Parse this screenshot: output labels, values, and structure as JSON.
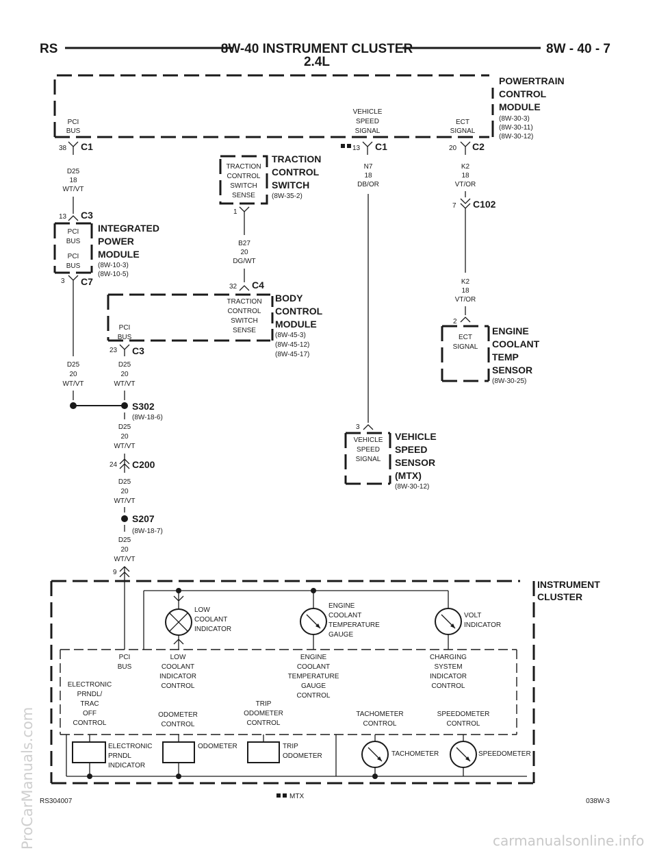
{
  "header": {
    "left": "RS",
    "title": "8W-40 INSTRUMENT CLUSTER",
    "right": "8W - 40 - 7",
    "subtitle": "2.4L"
  },
  "pcm": {
    "title": [
      "POWERTRAIN",
      "CONTROL",
      "MODULE"
    ],
    "refs": [
      "(8W-30-3)",
      "(8W-30-11)",
      "(8W-30-12)"
    ],
    "pci_label": [
      "PCI",
      "BUS"
    ],
    "vss_label": [
      "VEHICLE",
      "SPEED",
      "SIGNAL"
    ],
    "ect_label": [
      "ECT",
      "SIGNAL"
    ],
    "c1_pin": "38",
    "c1_name": "C1",
    "vss_pin": "13",
    "vss_conn": "C1",
    "ect_pin": "20",
    "ect_conn": "C2"
  },
  "wires": {
    "d25_18": [
      "D25",
      "18",
      "WT/VT"
    ],
    "n7": [
      "N7",
      "18",
      "DB/OR"
    ],
    "k2_a": [
      "K2",
      "18",
      "VT/OR"
    ],
    "k2_b": [
      "K2",
      "18",
      "VT/OR"
    ],
    "b27": [
      "B27",
      "20",
      "DG/WT"
    ],
    "d25_a": [
      "D25",
      "20",
      "WT/VT"
    ],
    "d25_b": [
      "D25",
      "20",
      "WT/VT"
    ],
    "d25_c": [
      "D25",
      "20",
      "WT/VT"
    ],
    "d25_d": [
      "D25",
      "20",
      "WT/VT"
    ],
    "d25_e": [
      "D25",
      "20",
      "WT/VT"
    ]
  },
  "tcs": {
    "title": [
      "TRACTION",
      "CONTROL",
      "SWITCH"
    ],
    "ref": "(8W-35-2)",
    "inner": [
      "TRACTION",
      "CONTROL",
      "SWITCH",
      "SENSE"
    ],
    "pin": "1"
  },
  "ipm": {
    "title": [
      "INTEGRATED",
      "POWER",
      "MODULE"
    ],
    "refs": [
      "(8W-10-3)",
      "(8W-10-5)"
    ],
    "pci1": [
      "PCI",
      "BUS"
    ],
    "pci2": [
      "PCI",
      "BUS"
    ],
    "c3_pin": "13",
    "c3_name": "C3",
    "c7_pin": "3",
    "c7_name": "C7"
  },
  "c102": {
    "pin": "7",
    "name": "C102"
  },
  "bcm": {
    "title": [
      "BODY",
      "CONTROL",
      "MODULE"
    ],
    "refs": [
      "(8W-45-3)",
      "(8W-45-12)",
      "(8W-45-17)"
    ],
    "inner": [
      "TRACTION",
      "CONTROL",
      "SWITCH",
      "SENSE"
    ],
    "pci": [
      "PCI",
      "BUS"
    ],
    "c4_pin": "32",
    "c4_name": "C4",
    "c3_pin": "23",
    "c3_name": "C3"
  },
  "ect_sensor": {
    "title": [
      "ENGINE",
      "COOLANT",
      "TEMP",
      "SENSOR"
    ],
    "ref": "(8W-30-25)",
    "inner": [
      "ECT",
      "SIGNAL"
    ],
    "pin": "2"
  },
  "s302": {
    "name": "S302",
    "ref": "(8W-18-6)"
  },
  "c200": {
    "pin": "24",
    "name": "C200"
  },
  "s207": {
    "name": "S207",
    "ref": "(8W-18-7)"
  },
  "vss": {
    "title": [
      "VEHICLE",
      "SPEED",
      "SENSOR",
      "(MTX)"
    ],
    "ref": "(8W-30-12)",
    "inner": [
      "VEHICLE",
      "SPEED",
      "SIGNAL"
    ],
    "pin": "3"
  },
  "cluster": {
    "pin": "9",
    "title": [
      "INSTRUMENT",
      "CLUSTER"
    ],
    "low_coolant": [
      "LOW",
      "COOLANT",
      "INDICATOR"
    ],
    "ect_gauge": [
      "ENGINE",
      "COOLANT",
      "TEMPERATURE",
      "GAUGE"
    ],
    "volt": [
      "VOLT",
      "INDICATOR"
    ],
    "pci": [
      "PCI",
      "BUS"
    ],
    "low_coolant_ctrl": [
      "LOW",
      "COOLANT",
      "INDICATOR",
      "CONTROL"
    ],
    "ect_ctrl": [
      "ENGINE",
      "COOLANT",
      "TEMPERATURE",
      "GAUGE",
      "CONTROL"
    ],
    "charging_ctrl": [
      "CHARGING",
      "SYSTEM",
      "INDICATOR",
      "CONTROL"
    ],
    "prndl_ctrl": [
      "ELECTRONIC",
      "PRNDL/",
      "TRAC",
      "OFF",
      "CONTROL"
    ],
    "odo_ctrl": [
      "ODOMETER",
      "CONTROL"
    ],
    "trip_ctrl": [
      "TRIP",
      "ODOMETER",
      "CONTROL"
    ],
    "tach_ctrl": [
      "TACHOMETER",
      "CONTROL"
    ],
    "speedo_ctrl": [
      "SPEEDOMETER",
      "CONTROL"
    ],
    "prndl_ind": [
      "ELECTRONIC",
      "PRNDL",
      "INDICATOR"
    ],
    "odometer": "ODOMETER",
    "trip_odo": [
      "TRIP",
      "ODOMETER"
    ],
    "tachometer": "TACHOMETER",
    "speedometer": "SPEEDOMETER"
  },
  "footer": {
    "left": "RS304007",
    "legend": "MTX",
    "right": "038W-3"
  },
  "watermarks": {
    "bottom": "carmanualsonline.info",
    "side": "ProCarManuals.com"
  }
}
